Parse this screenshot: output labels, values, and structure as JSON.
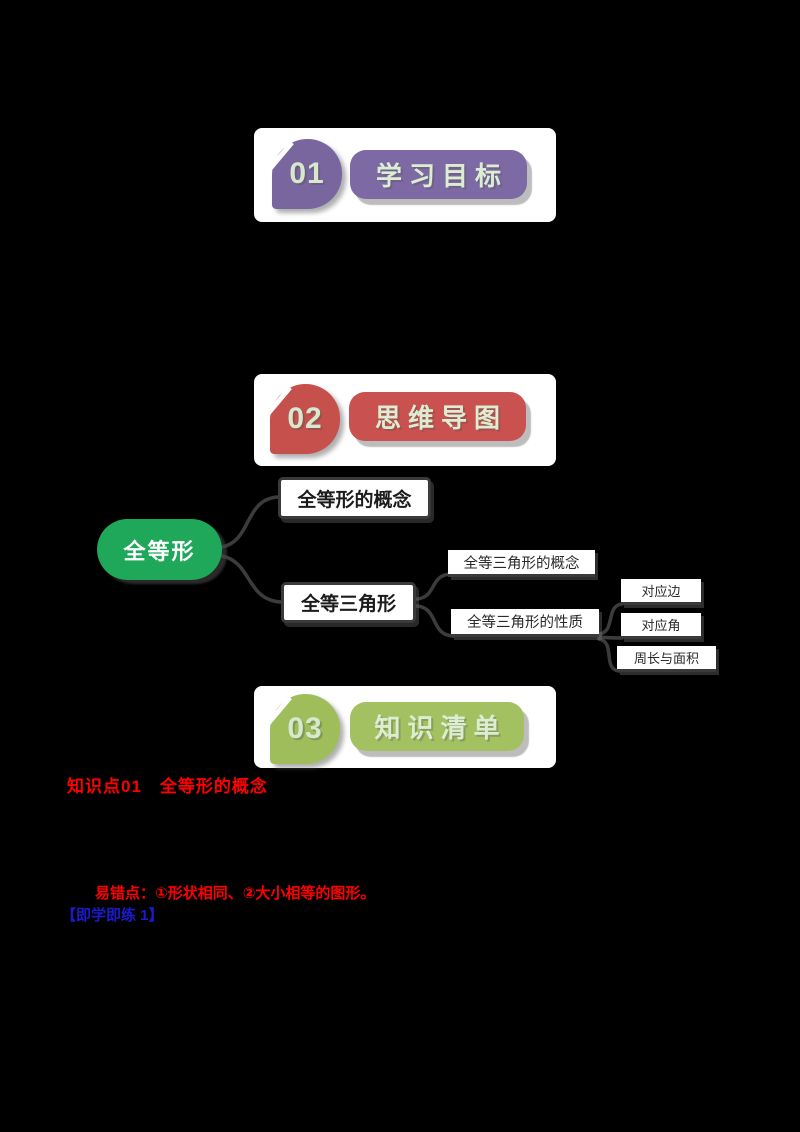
{
  "page": {
    "background": "#000000",
    "panel_color": "#FFFFFF"
  },
  "sections": [
    {
      "number": "01",
      "title": "学习目标",
      "blob_color": "#7A669F",
      "bar_color": "#7D69A4"
    },
    {
      "number": "02",
      "title": "思维导图",
      "blob_color": "#C5504C",
      "bar_color": "#C9514F"
    },
    {
      "number": "03",
      "title": "知识清单",
      "blob_color": "#9FBE5B",
      "bar_color": "#A4C162"
    }
  ],
  "mindmap": {
    "type": "mindmap",
    "connector_color": "#3C3C3C",
    "root": {
      "label": "全等形",
      "color": "#1FA75A"
    },
    "branches": [
      {
        "label": "全等形的概念",
        "children": []
      },
      {
        "label": "全等三角形",
        "children": [
          {
            "label": "全等三角形的概念",
            "children": []
          },
          {
            "label": "全等三角形的性质",
            "children": [
              {
                "label": "对应边"
              },
              {
                "label": "对应角"
              },
              {
                "label": "周长与面积"
              }
            ]
          }
        ]
      }
    ]
  },
  "knowledge": {
    "heading": "知识点01　全等形的概念",
    "note": "易错点：①形状相同、②大小相等的图形。",
    "practice_label": "【即学即练 1】",
    "heading_color": "#FE0000",
    "note_color": "#FE0000",
    "practice_color": "#1B1BCE"
  }
}
